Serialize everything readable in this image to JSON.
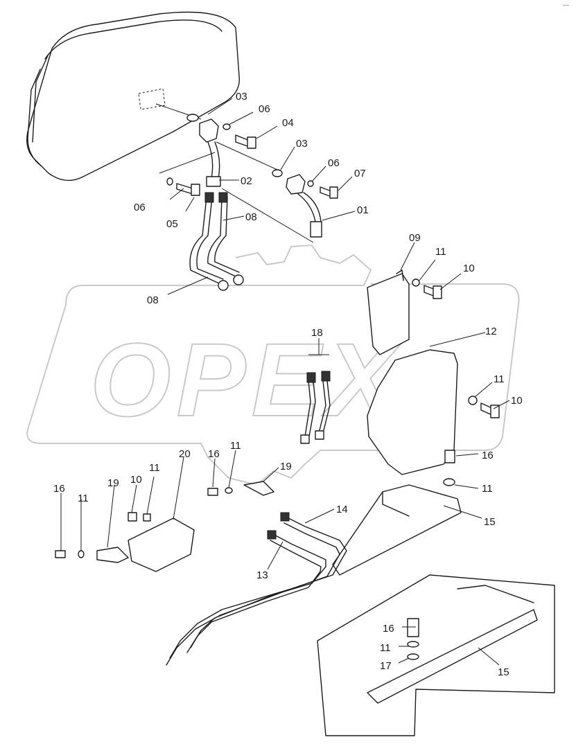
{
  "corner_mark": "—",
  "watermark": "OPEX",
  "labels": {
    "l01": "01",
    "l02": "02",
    "l03a": "03",
    "l03b": "03",
    "l04": "04",
    "l05": "05",
    "l06a": "06",
    "l06b": "06",
    "l06c": "06",
    "l07": "07",
    "l08a": "08",
    "l08b": "08",
    "l09": "09",
    "l10a": "10",
    "l10b": "10",
    "l10c": "10",
    "l11a": "11",
    "l11b": "11",
    "l11c": "11",
    "l11d": "11",
    "l11e": "11",
    "l11f": "11",
    "l11g": "11",
    "l12": "12",
    "l13": "13",
    "l14": "14",
    "l15a": "15",
    "l15b": "15",
    "l16a": "16",
    "l16b": "16",
    "l16c": "16",
    "l16d": "16",
    "l17": "17",
    "l18": "18",
    "l19a": "19",
    "l19b": "19",
    "l20": "20"
  }
}
